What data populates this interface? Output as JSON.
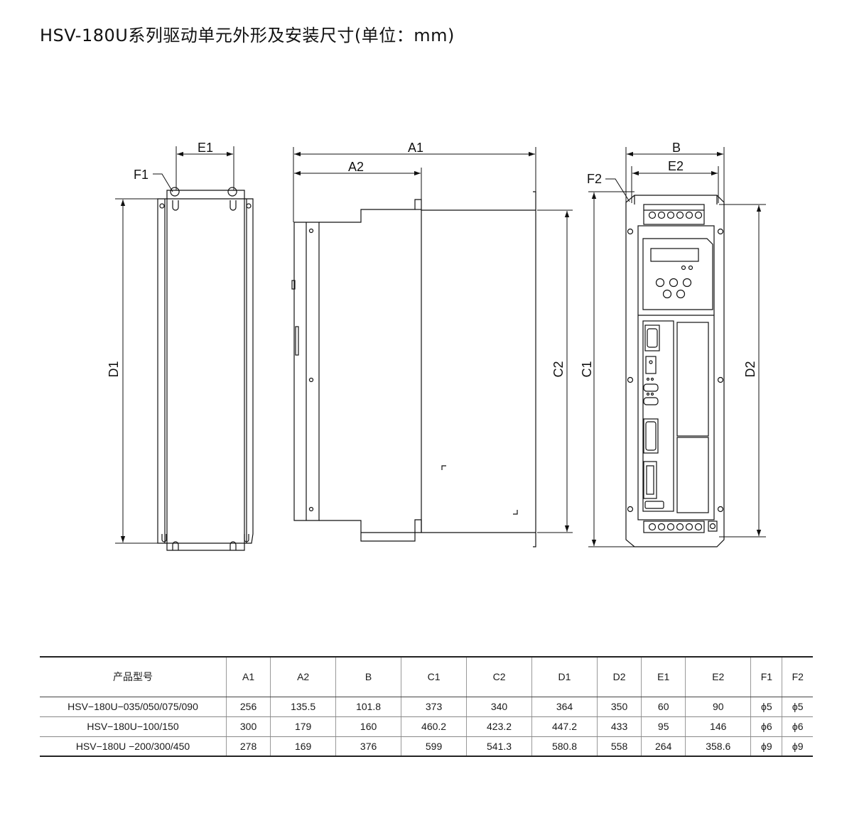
{
  "title": "HSV-180U系列驱动单元外形及安装尺寸(单位：mm)",
  "drawing": {
    "dim_labels": {
      "E1": "E1",
      "F1": "F1",
      "D1": "D1",
      "A1": "A1",
      "A2": "A2",
      "C2": "C2",
      "B": "B",
      "E2": "E2",
      "F2": "F2",
      "C1": "C1",
      "D2": "D2"
    }
  },
  "table": {
    "headers": [
      "产品型号",
      "A1",
      "A2",
      "B",
      "C1",
      "C2",
      "D1",
      "D2",
      "E1",
      "E2",
      "F1",
      "F2"
    ],
    "rows": [
      [
        "HSV−180U−035/050/075/090",
        "256",
        "135.5",
        "101.8",
        "373",
        "340",
        "364",
        "350",
        "60",
        "90",
        "ϕ5",
        "ϕ5"
      ],
      [
        "HSV−180U−100/150",
        "300",
        "179",
        "160",
        "460.2",
        "423.2",
        "447.2",
        "433",
        "95",
        "146",
        "ϕ6",
        "ϕ6"
      ],
      [
        "HSV−180U −200/300/450",
        "278",
        "169",
        "376",
        "599",
        "541.3",
        "580.8",
        "558",
        "264",
        "358.6",
        "ϕ9",
        "ϕ9"
      ]
    ]
  }
}
